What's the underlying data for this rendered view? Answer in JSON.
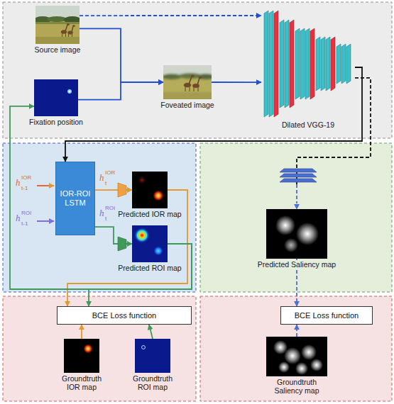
{
  "diagram": {
    "nodes": [
      {
        "text": [
          "Source image"
        ]
      },
      {
        "text": [
          "Fixation position"
        ]
      },
      {
        "text": [
          "Foveated image"
        ]
      },
      {
        "text": [
          "Dilated VGG-19"
        ]
      },
      {
        "text": [
          "IOR-ROI LSTM"
        ]
      },
      {
        "text": [
          "Predicted IOR map"
        ]
      },
      {
        "text": [
          "Predicted ROI map"
        ]
      },
      {
        "text": [
          "Predicted Saliency map"
        ]
      },
      {
        "text": [
          "BCE Loss function"
        ]
      },
      {
        "text": [
          "Groundtruth IOR map"
        ]
      },
      {
        "text": [
          "Groundtruth ROI map"
        ]
      },
      {
        "text": [
          "BCE Loss function"
        ]
      },
      {
        "text": [
          "Groundtruth Saliency map"
        ]
      }
    ],
    "edges": [
      {
        "from": 0,
        "to": 2,
        "arrow": "to"
      },
      {
        "from": 1,
        "to": 2,
        "arrow": "to"
      },
      {
        "from": 0,
        "to": 3,
        "arrow": "to"
      },
      {
        "from": 2,
        "to": 3,
        "arrow": "to"
      },
      {
        "from": 3,
        "to": 4,
        "arrow": "to"
      },
      {
        "from": 3,
        "to": 7,
        "arrow": "to"
      },
      {
        "from": 4,
        "to": 5,
        "arrow": "to"
      },
      {
        "from": 4,
        "to": 6,
        "arrow": "to"
      },
      {
        "from": 5,
        "to": 8,
        "arrow": "to"
      },
      {
        "from": 6,
        "to": 8,
        "arrow": "to"
      },
      {
        "from": 6,
        "to": 1,
        "arrow": "to"
      },
      {
        "from": 9,
        "to": 8,
        "arrow": "to"
      },
      {
        "from": 10,
        "to": 8,
        "arrow": "to"
      },
      {
        "from": 7,
        "to": 11,
        "arrow": "to"
      },
      {
        "from": 12,
        "to": 11,
        "arrow": "to"
      }
    ],
    "labels": [
      "h",
      "IOR",
      "t-1",
      "h",
      "IOR",
      "t",
      "h",
      "ROI",
      "t-1",
      "h",
      "ROI",
      "t"
    ]
  }
}
